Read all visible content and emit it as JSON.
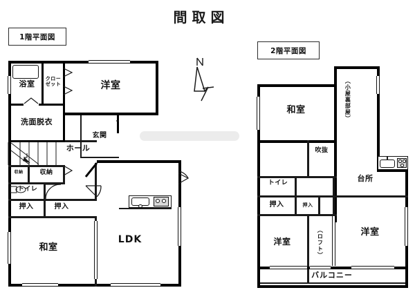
{
  "document": {
    "title": "間取図",
    "watermark": ""
  },
  "compass": {
    "label": "N",
    "name": "north-arrow"
  },
  "floors": [
    {
      "id": "floor-1",
      "caption": "1階平面図",
      "rooms": [
        {
          "name": "bathroom",
          "label": "浴室",
          "orientation": "horizontal"
        },
        {
          "name": "closet",
          "label": "クロー\nゼット",
          "orientation": "horizontal"
        },
        {
          "name": "western-room",
          "label": "洋室",
          "orientation": "horizontal"
        },
        {
          "name": "washroom",
          "label": "洗面脱衣",
          "orientation": "horizontal"
        },
        {
          "name": "entrance",
          "label": "玄関",
          "orientation": "horizontal"
        },
        {
          "name": "hall",
          "label": "ホール",
          "orientation": "horizontal"
        },
        {
          "name": "storage-1",
          "label": "収納",
          "orientation": "horizontal"
        },
        {
          "name": "storage-2",
          "label": "収納",
          "orientation": "horizontal"
        },
        {
          "name": "toilet",
          "label": "トイレ",
          "orientation": "horizontal"
        },
        {
          "name": "oshiire-1",
          "label": "押入",
          "orientation": "horizontal"
        },
        {
          "name": "oshiire-2",
          "label": "押入",
          "orientation": "horizontal"
        },
        {
          "name": "japanese-room",
          "label": "和室",
          "orientation": "horizontal"
        },
        {
          "name": "ldk",
          "label": "LDK",
          "orientation": "horizontal"
        }
      ],
      "fixtures": [
        {
          "name": "bathtub",
          "label": ""
        },
        {
          "name": "kitchen-sink",
          "label": ""
        },
        {
          "name": "kitchen-stove",
          "label": ""
        },
        {
          "name": "staircase",
          "label": ""
        }
      ]
    },
    {
      "id": "floor-2",
      "caption": "2階平面図",
      "rooms": [
        {
          "name": "japanese-room",
          "label": "和室",
          "orientation": "horizontal"
        },
        {
          "name": "attic-room",
          "label": "（小屋裏部屋）",
          "orientation": "vertical"
        },
        {
          "name": "void-atrium",
          "label": "吹抜",
          "orientation": "horizontal"
        },
        {
          "name": "kitchen",
          "label": "台所",
          "orientation": "horizontal"
        },
        {
          "name": "toilet",
          "label": "トイレ",
          "orientation": "horizontal"
        },
        {
          "name": "oshiire-1",
          "label": "押入",
          "orientation": "horizontal"
        },
        {
          "name": "oshiire-2",
          "label": "押入",
          "orientation": "horizontal"
        },
        {
          "name": "western-room-1",
          "label": "洋室",
          "orientation": "horizontal"
        },
        {
          "name": "loft",
          "label": "（ロフト）",
          "orientation": "vertical"
        },
        {
          "name": "western-room-2",
          "label": "洋室",
          "orientation": "horizontal"
        },
        {
          "name": "balcony",
          "label": "バルコニー",
          "orientation": "horizontal"
        }
      ],
      "fixtures": [
        {
          "name": "kitchen-sink",
          "label": ""
        },
        {
          "name": "kitchen-stove",
          "label": ""
        },
        {
          "name": "staircase",
          "label": ""
        }
      ]
    }
  ],
  "colors": {
    "wall": "#000000",
    "background": "#ffffff",
    "text": "#111111",
    "watermark": "#ececec"
  }
}
